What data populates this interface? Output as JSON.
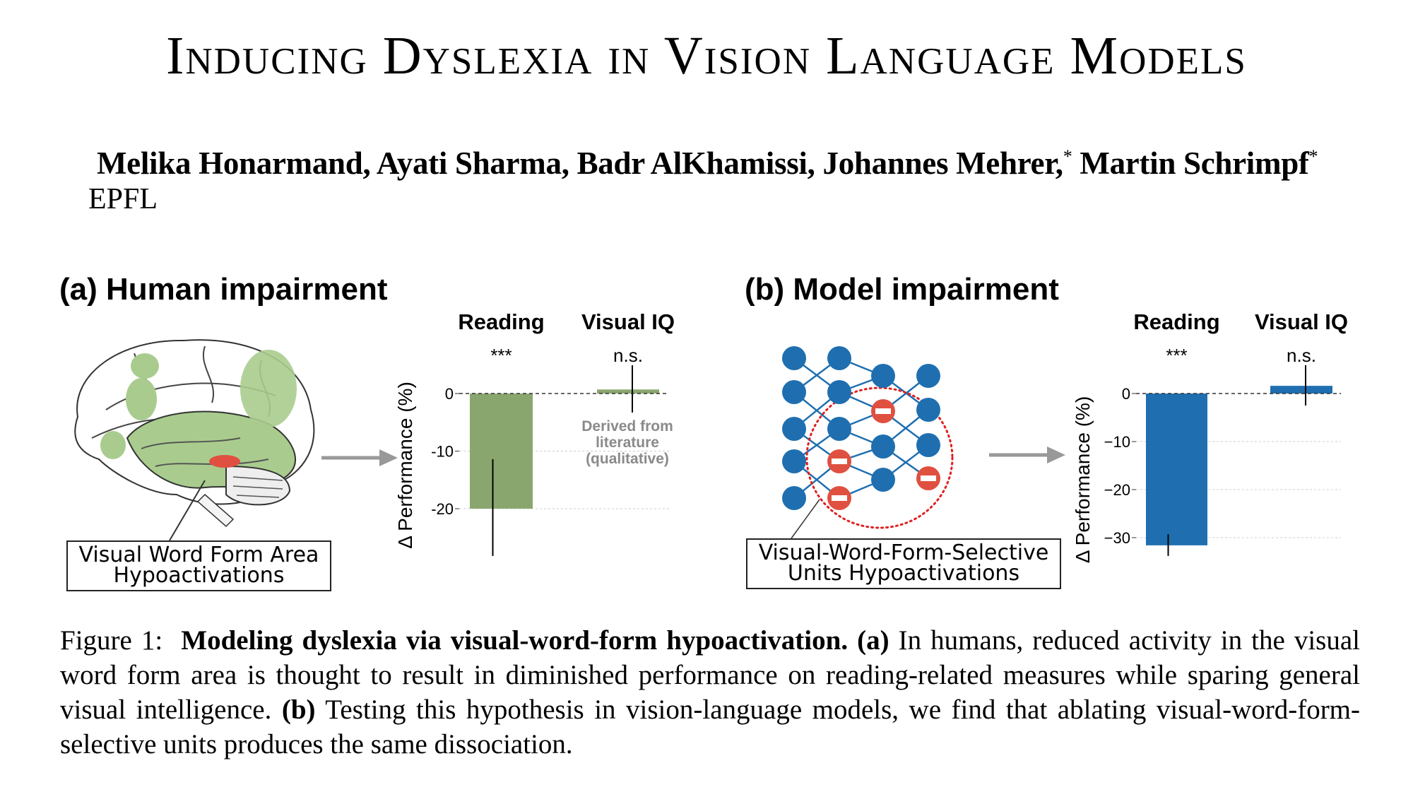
{
  "paper": {
    "title": "Inducing Dyslexia in Vision Language Models",
    "authors": [
      "Melika Honarmand, Ayati Sharma, Badr AlKhamissi, Johannes Mehrer,",
      "Martin Schrimpf"
    ],
    "author_marks": [
      "*",
      "*"
    ],
    "affiliation": "EPFL"
  },
  "panel_a": {
    "heading": "(a) Human impairment",
    "box_label_line1": "Visual Word Form Area",
    "box_label_line2": "Hypoactivations",
    "annotation": [
      "Derived from",
      "literature",
      "(qualitative)"
    ]
  },
  "panel_b": {
    "heading": "(b) Model impairment",
    "box_label_line1": "Visual-Word-Form-Selective",
    "box_label_line2": "Units Hypoactivations"
  },
  "colors": {
    "human_bar": "#8aa66f",
    "model_bar": "#1f6fb0",
    "ablated_unit": "#e05040",
    "brain_fill": "#a9cc8e",
    "brain_dark": "#7aa862"
  },
  "chart_data": [
    {
      "type": "bar",
      "title": "Human impairment",
      "categories": [
        "Reading",
        "Visual IQ"
      ],
      "values": [
        -20,
        0.7
      ],
      "error_low": [
        -28.2,
        -3.3
      ],
      "error_high": [
        -11.4,
        4.9
      ],
      "significance": [
        "***",
        "n.s."
      ],
      "ylabel": "Δ Performance (%)",
      "yticks": [
        0,
        -10,
        -20
      ],
      "ytick_labels": [
        "0",
        "-10",
        "-20"
      ],
      "ylim": [
        -30,
        8
      ],
      "grid": true,
      "color": "#8aa66f"
    },
    {
      "type": "bar",
      "title": "Model impairment",
      "categories": [
        "Reading",
        "Visual IQ"
      ],
      "values": [
        -31.6,
        1.6
      ],
      "error_low": [
        -33.8,
        -2.5
      ],
      "error_high": [
        -29.3,
        5.9
      ],
      "significance": [
        "***",
        "n.s."
      ],
      "ylabel": "Δ Performance (%)",
      "yticks": [
        0,
        -10,
        -20,
        -30
      ],
      "ytick_labels": [
        "0",
        "−10",
        "−20",
        "−30"
      ],
      "ylim": [
        -34,
        8
      ],
      "grid": true,
      "color": "#1f6fb0"
    }
  ],
  "caption": {
    "label": "Figure 1:",
    "bold_title": "Modeling dyslexia via visual-word-form hypoactivation.",
    "a_marker": "(a)",
    "a_text": "In humans, reduced activity in the visual word form area is thought to result in diminished performance on reading-related measures while sparing general visual intelligence.",
    "b_marker": "(b)",
    "b_text": "Testing this hypothesis in vision-language models, we find that ablating visual-word-form-selective units produces the same dissociation."
  }
}
